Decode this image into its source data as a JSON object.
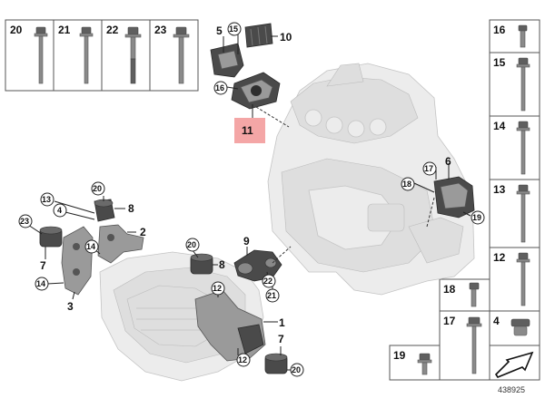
{
  "callouts": {
    "c1": "1",
    "c2": "2",
    "c3": "3",
    "c4": "4",
    "c5": "5",
    "c6": "6",
    "c7": "7",
    "c8": "8",
    "c9": "9",
    "c10": "10",
    "c11": "11",
    "c12": "12",
    "c13": "13",
    "c14": "14",
    "c15": "15",
    "c16": "16",
    "c17": "17",
    "c18": "18",
    "c19": "19",
    "c20": "20",
    "c21": "21",
    "c22": "22",
    "c23": "23"
  },
  "highlight_color": "#f4a6a6",
  "reference_number": "438925",
  "icons": [
    "bolt-icon",
    "washer-icon",
    "engine-block",
    "engine-mount",
    "gearbox-mount",
    "arrow-icon"
  ]
}
